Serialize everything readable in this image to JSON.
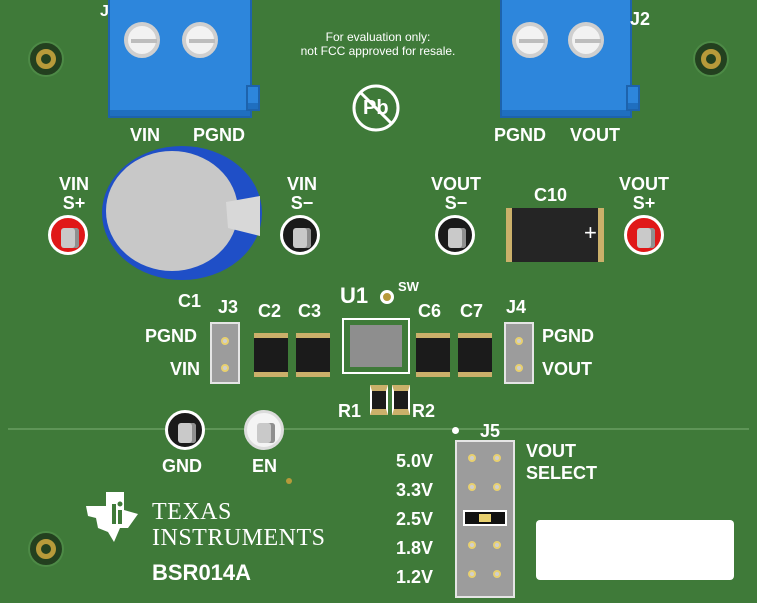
{
  "board": {
    "name": "BSR014A",
    "fcc_notice_line1": "For evaluation only:",
    "fcc_notice_line2": "not FCC approved for resale.",
    "pb_free_mark": "Pb",
    "colors": {
      "pcb": "#3f7a39",
      "terminal": "#2d86dc",
      "silkscreen": "#ffffff",
      "test_point_red": "#e01818",
      "test_point_black": "#1a1a1a"
    }
  },
  "connectors": {
    "j1_partial": "J",
    "j2": "J2",
    "j1_left_pin": "VIN",
    "j1_right_pin": "PGND",
    "j2_left_pin": "PGND",
    "j2_right_pin": "VOUT"
  },
  "test_points": {
    "vin_sense_plus_1": "VIN",
    "vin_sense_plus_2": "S+",
    "vin_sense_minus_1": "VIN",
    "vin_sense_minus_2": "S−",
    "vout_sense_minus_1": "VOUT",
    "vout_sense_minus_2": "S−",
    "vout_sense_plus_1": "VOUT",
    "vout_sense_plus_2": "S+",
    "gnd": "GND",
    "en": "EN",
    "sw": "SW"
  },
  "components": {
    "c1": "C1",
    "c2": "C2",
    "c3": "C3",
    "c6": "C6",
    "c7": "C7",
    "c10": "C10",
    "c10_polarity": "+",
    "u1": "U1",
    "r1": "R1",
    "r2": "R2"
  },
  "headers": {
    "j3": "J3",
    "j3_pin1": "PGND",
    "j3_pin2": "VIN",
    "j4": "J4",
    "j4_pin1": "PGND",
    "j4_pin2": "VOUT",
    "j5": "J5",
    "j5_title_line1": "VOUT",
    "j5_title_line2": "SELECT",
    "j5_options": [
      "5.0V",
      "3.3V",
      "2.5V",
      "1.8V",
      "1.2V"
    ],
    "j5_selected": "2.5V"
  },
  "logo": {
    "line1": "TEXAS",
    "line2": "INSTRUMENTS"
  }
}
